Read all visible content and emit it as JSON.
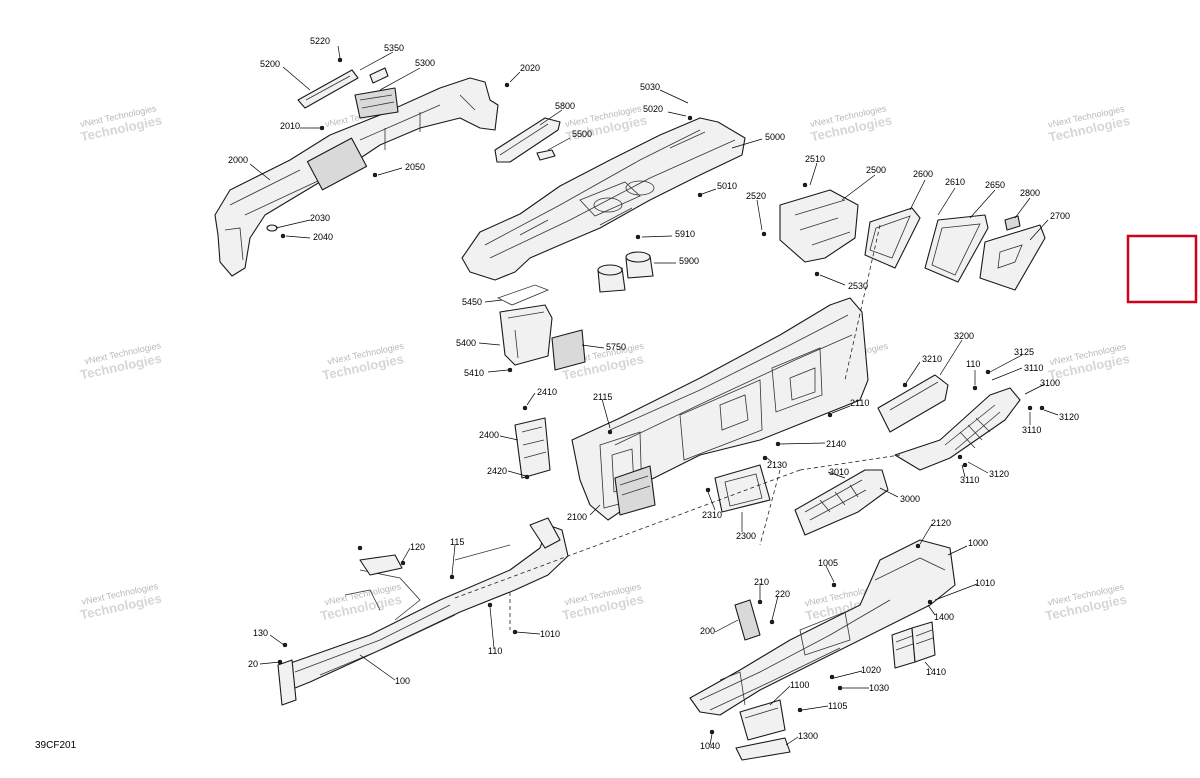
{
  "diagram": {
    "reference_code": "39CF201",
    "watermark_line1": "vNext Technologies",
    "watermark_line2": "Technologies",
    "highlight_color": "#d0021b",
    "labels": {
      "l5220": "5220",
      "l5350": "5350",
      "l5300": "5300",
      "l5200": "5200",
      "l2020": "2020",
      "l2010": "2010",
      "l5800": "5800",
      "l5500": "5500",
      "l2000": "2000",
      "l2050": "2050",
      "l2030": "2030",
      "l2040": "2040",
      "l5030": "5030",
      "l5020": "5020",
      "l5000": "5000",
      "l5010": "5010",
      "l5910": "5910",
      "l5900": "5900",
      "l2510": "2510",
      "l2500": "2500",
      "l2600": "2600",
      "l2610": "2610",
      "l2650": "2650",
      "l2800": "2800",
      "l2520": "2520",
      "l2700": "2700",
      "l2530": "2530",
      "l5450": "5450",
      "l5400": "5400",
      "l5750": "5750",
      "l5410": "5410",
      "l3200": "3200",
      "l3210": "3210",
      "l3125": "3125",
      "l110a": "110",
      "l3110a": "3110",
      "l3100": "3100",
      "l3120a": "3120",
      "l3110b": "3110",
      "l2410": "2410",
      "l2115": "2115",
      "l2110": "2110",
      "l2400": "2400",
      "l2140": "2140",
      "l2420": "2420",
      "l2130": "2130",
      "l3010": "3010",
      "l3110c": "3110",
      "l3120b": "3120",
      "l2310": "2310",
      "l3000": "3000",
      "l2100": "2100",
      "l2300": "2300",
      "l2120": "2120",
      "l1000": "1000",
      "l120": "120",
      "l115": "115",
      "l1005": "1005",
      "l210": "210",
      "l1010a": "1010",
      "l220": "220",
      "l1400": "1400",
      "l130": "130",
      "l200": "200",
      "l1010b": "1010",
      "l110b": "110",
      "l1410": "1410",
      "l20": "20",
      "l1020": "1020",
      "l100": "100",
      "l1100": "1100",
      "l1030": "1030",
      "l1105": "1105",
      "l1300": "1300",
      "l1040": "1040"
    }
  }
}
